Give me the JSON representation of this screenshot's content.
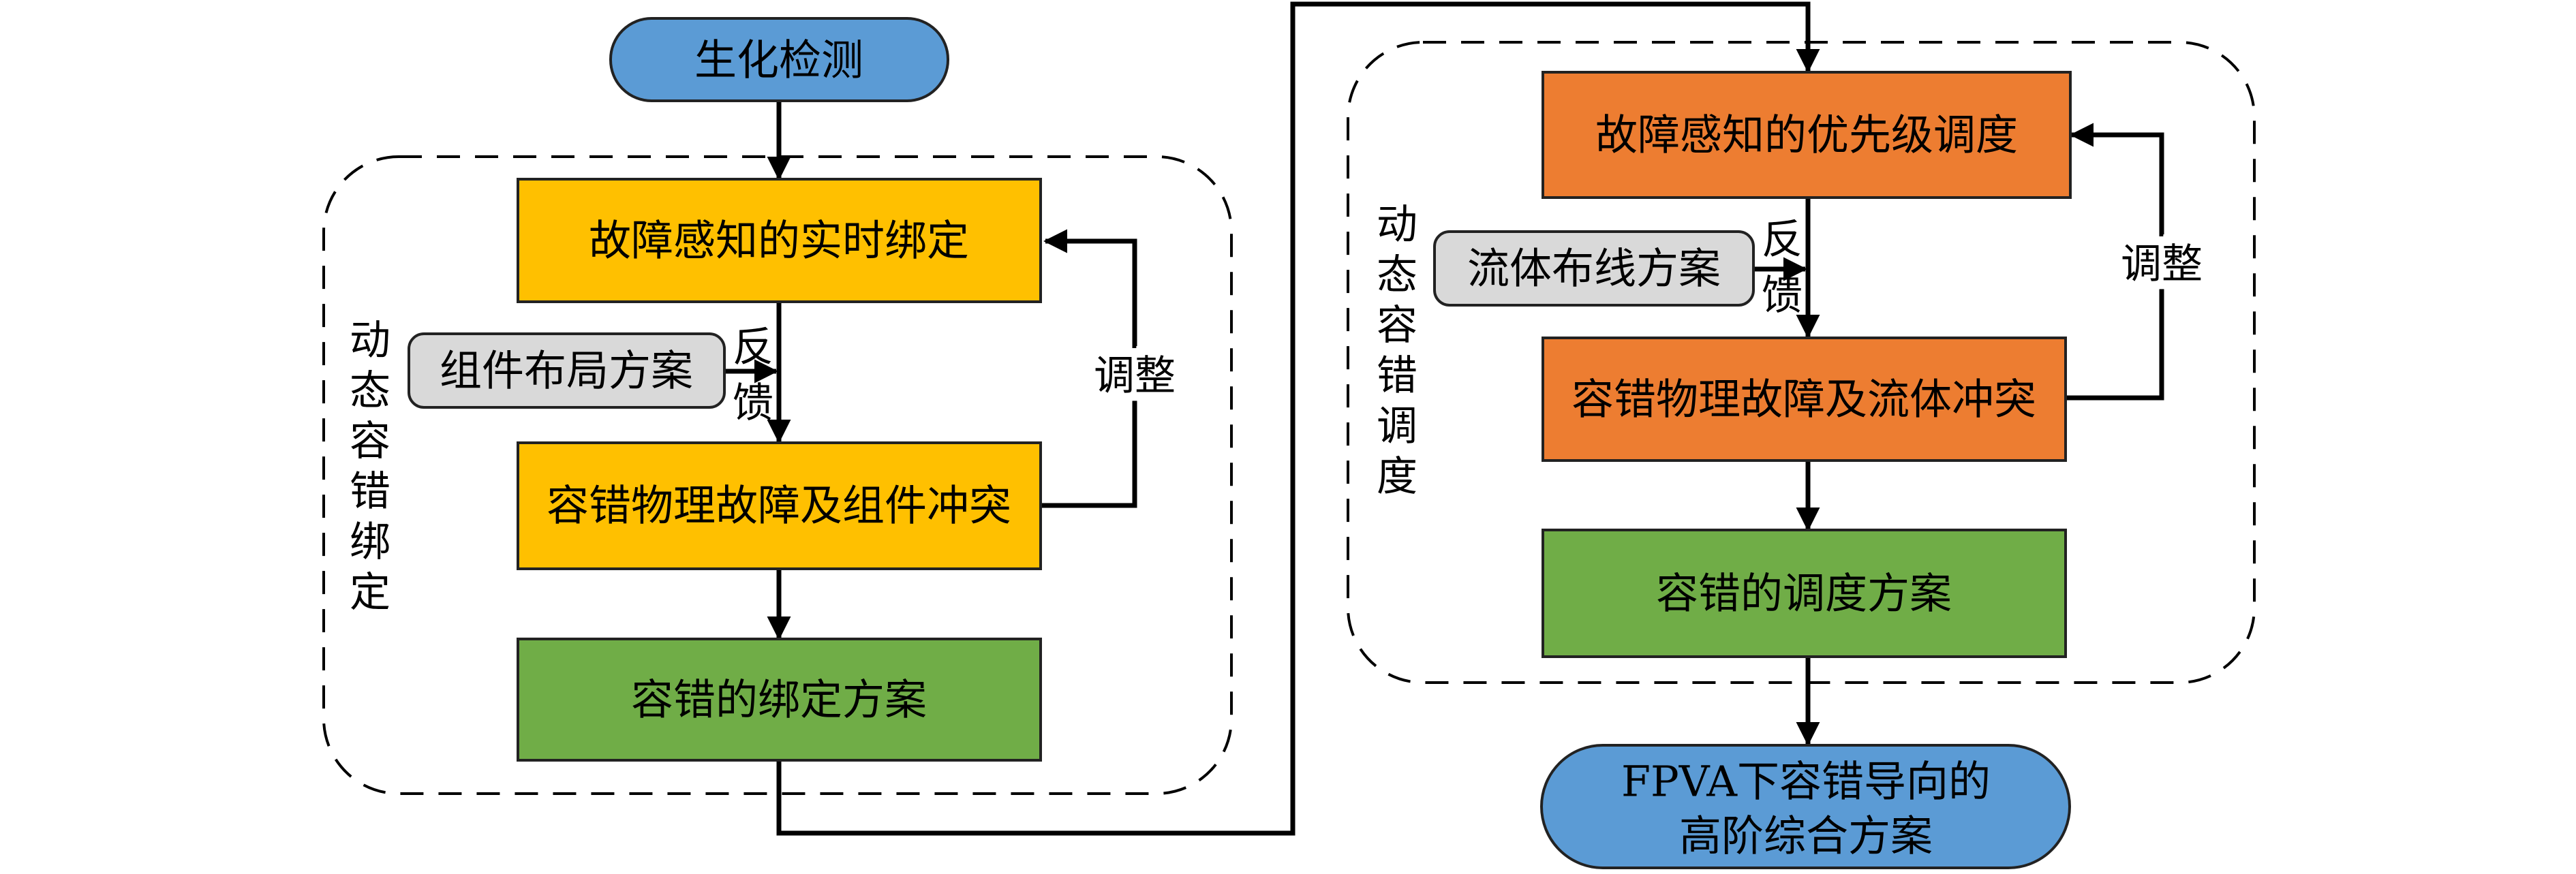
{
  "colors": {
    "terminal": "#5B9BD5",
    "left_process": "#FFC000",
    "right_process": "#ED7D31",
    "result": "#70AD47",
    "input": "#D9D9D9",
    "stroke": "#000000"
  },
  "start": {
    "label": "生化检测"
  },
  "left": {
    "region_label": [
      "动",
      "态",
      "容",
      "错",
      "绑",
      "定"
    ],
    "realtime_binding": "故障感知的实时绑定",
    "input_scheme": "组件布局方案",
    "feedback": [
      "反",
      "馈"
    ],
    "conflict": "容错物理故障及组件冲突",
    "adjust": "调整",
    "result": "容错的绑定方案"
  },
  "right": {
    "region_label": [
      "动",
      "态",
      "容",
      "错",
      "调",
      "度"
    ],
    "priority_scheduling": "故障感知的优先级调度",
    "input_scheme": "流体布线方案",
    "feedback": [
      "反",
      "馈"
    ],
    "conflict": "容错物理故障及流体冲突",
    "adjust": "调整",
    "result": "容错的调度方案"
  },
  "end": {
    "label_lines": [
      "FPVA下容错导向的",
      "高阶综合方案"
    ]
  }
}
